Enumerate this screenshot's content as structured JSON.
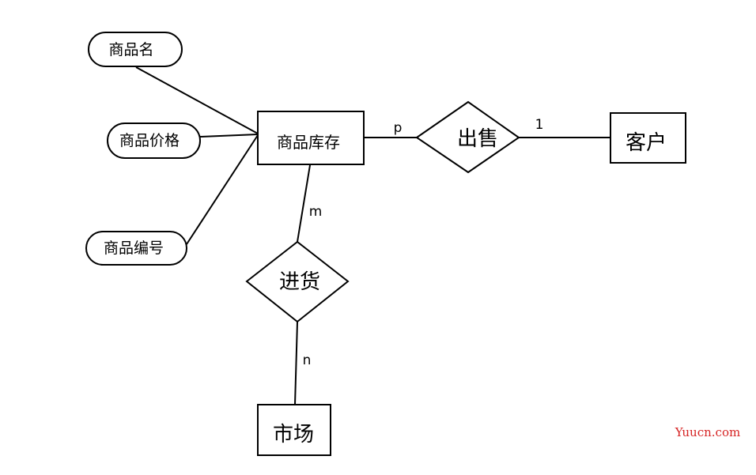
{
  "attributes": {
    "name": "商品名",
    "price": "商品价格",
    "number": "商品编号"
  },
  "entities": {
    "inventory": "商品库存",
    "customer": "客户",
    "market": "市场"
  },
  "relationships": {
    "sell": "出售",
    "purchase": "进货"
  },
  "cardinalities": {
    "sell_inventory": "p",
    "sell_customer": "1",
    "purchase_inventory": "m",
    "purchase_market": "n"
  },
  "watermark": "Yuucn.com"
}
